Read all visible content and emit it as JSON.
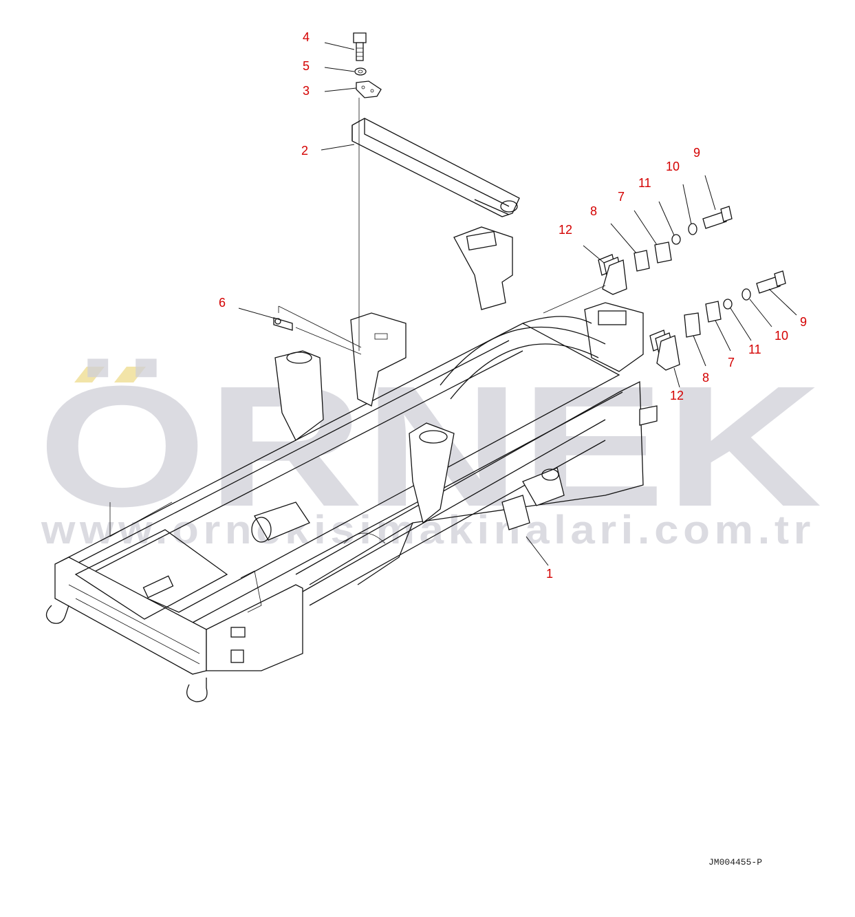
{
  "watermark": {
    "brand": "ÖRNEK",
    "url": "www.ornekisimakinalari.com.tr",
    "accent_color": "#f2e4a8",
    "text_color": "#cfcfd8"
  },
  "drawing_code": "JM004455-P",
  "callouts": {
    "c4": "4",
    "c5": "5",
    "c3": "3",
    "c2": "2",
    "c6": "6",
    "c12a": "12",
    "c8a": "8",
    "c7a": "7",
    "c11a": "11",
    "c10a": "10",
    "c9a": "9",
    "c9b": "9",
    "c10b": "10",
    "c11b": "11",
    "c7b": "7",
    "c8b": "8",
    "c12b": "12",
    "c1": "1"
  },
  "colors": {
    "callout": "#d40000",
    "line": "#111111"
  }
}
